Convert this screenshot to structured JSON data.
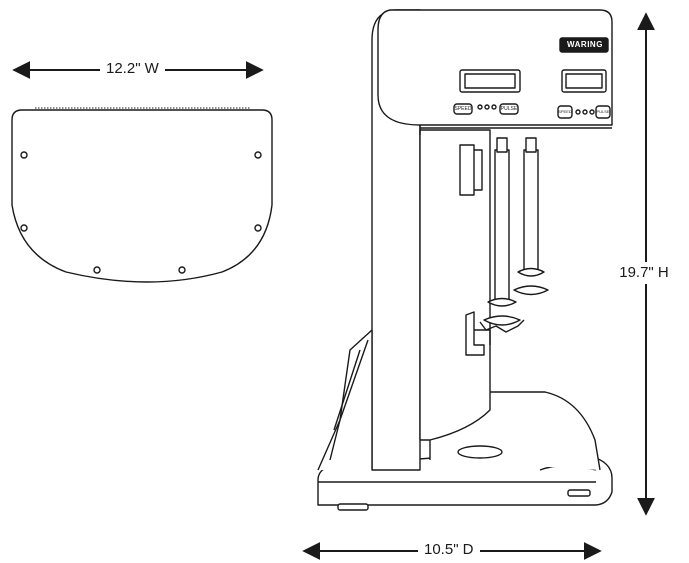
{
  "dimensions": {
    "width_label": "12.2\" W",
    "height_label": "19.7\" H",
    "depth_label": "10.5\" D"
  },
  "brand": {
    "logo_text": "WARING"
  },
  "controls": {
    "left_speed_label": "SPEED",
    "left_pulse_label": "PULSE",
    "right_speed_label": "SPEED",
    "right_pulse_label": "PULSE"
  },
  "colors": {
    "line": "#1a1a1a",
    "background": "#ffffff"
  }
}
